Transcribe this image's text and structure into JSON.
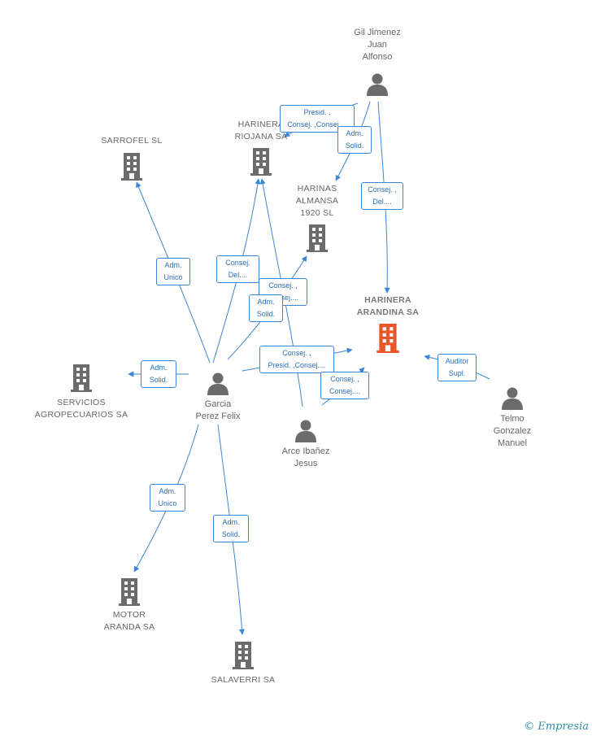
{
  "nodes": {
    "gil": "Gil Jimenez\nJuan\nAlfonso",
    "harinera_riojana": "HARINERA\nRIOJANA SA",
    "sarrofel": "SARROFEL SL",
    "harinas_almansa": "HARINAS\nALMANSA\n1920 SL",
    "harinera_arandina": "HARINERA\nARANDINA SA",
    "servicios": "SERVICIOS\nAGROPECUARIOS SA",
    "garcia": "Garcia\nPerez Felix",
    "arce": "Arce Ibañez\nJesus",
    "telmo": "Telmo\nGonzalez\nManuel",
    "motor": "MOTOR\nARANDA SA",
    "salaverri": "SALAVERRI SA"
  },
  "edge_labels": {
    "gil_riojana": "Presid. ,\nConsej. ,Consej....",
    "gil_almansa": "Adm.\nSolid.",
    "gil_arandina": "Consej. ,\nDel....",
    "garcia_sarrofel": "Adm.\nUnico",
    "garcia_riojana": "Consej.\nDel....",
    "arce_riojana": "Consej. ,\nConsej....",
    "garcia_almansa": "Adm.\nSolid.",
    "garcia_arandina": "Consej. ,\nPresid. ,Consej....",
    "arce_arandina": "Consej. ,\nConsej....",
    "telmo_arandina": "Auditor\nSupl.",
    "garcia_servicios": "Adm.\nSolid.",
    "garcia_motor": "Adm.\nUnico",
    "garcia_salaverri": "Adm.\nSolid."
  },
  "brand": {
    "copyright": "©",
    "name": "Empresia"
  },
  "colors": {
    "edge": "#3a86d4",
    "icon": "#6b6b6b",
    "focus": "#e8572a"
  }
}
